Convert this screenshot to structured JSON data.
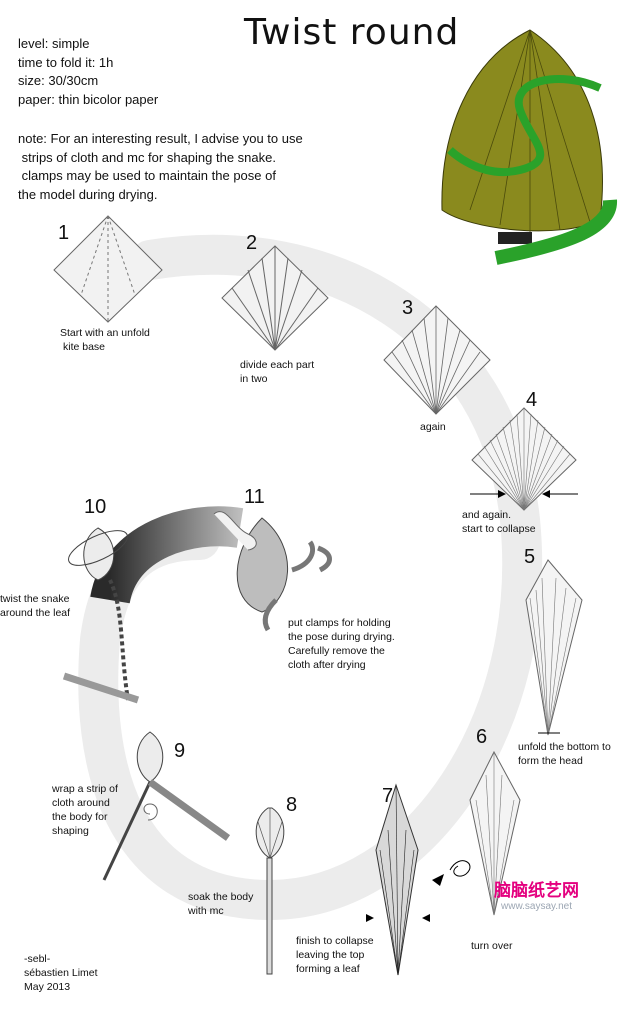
{
  "title": "Twist round",
  "info": {
    "level": "level: simple",
    "time": "time to fold it: 1h",
    "size": "size: 30/30cm",
    "paper": "paper: thin bicolor paper"
  },
  "note": [
    "note: For an interesting result, I advise you to use",
    " strips of cloth and mc for shaping the snake.",
    " clamps may be used to maintain the pose of",
    "the model during drying."
  ],
  "steps": [
    {
      "num": "1",
      "caption": [
        "Start with an unfold",
        "kite base"
      ]
    },
    {
      "num": "2",
      "caption": [
        "divide each part",
        "in two"
      ]
    },
    {
      "num": "3",
      "caption": [
        "again"
      ]
    },
    {
      "num": "4",
      "caption": [
        "and again.",
        "start to collapse"
      ]
    },
    {
      "num": "5",
      "caption": [
        "unfold the bottom to",
        "form the head"
      ]
    },
    {
      "num": "6",
      "caption": [
        "turn over"
      ]
    },
    {
      "num": "7",
      "caption": [
        "finish to collapse",
        "leaving the top",
        "forming a leaf"
      ]
    },
    {
      "num": "8",
      "caption": [
        "soak the body",
        "with mc"
      ]
    },
    {
      "num": "9",
      "caption": [
        "wrap a strip of",
        "cloth around",
        "the body for",
        "shaping"
      ]
    },
    {
      "num": "10",
      "caption": [
        "twist the snake",
        "around the leaf"
      ]
    },
    {
      "num": "11",
      "caption": [
        "put clamps for holding",
        "the pose during drying.",
        "Carefully remove the",
        "cloth after drying"
      ]
    }
  ],
  "credits": [
    "-sebl-",
    "sébastien Limet",
    "May 2013"
  ],
  "watermark": {
    "site_cn": "脑脑纸艺网",
    "site_url": "www.saysay.net"
  },
  "colors": {
    "leaf": "#8a8a1e",
    "leaf_dark": "#5c5c10",
    "snake": "#2aa22a",
    "snake_dark": "#146614"
  }
}
